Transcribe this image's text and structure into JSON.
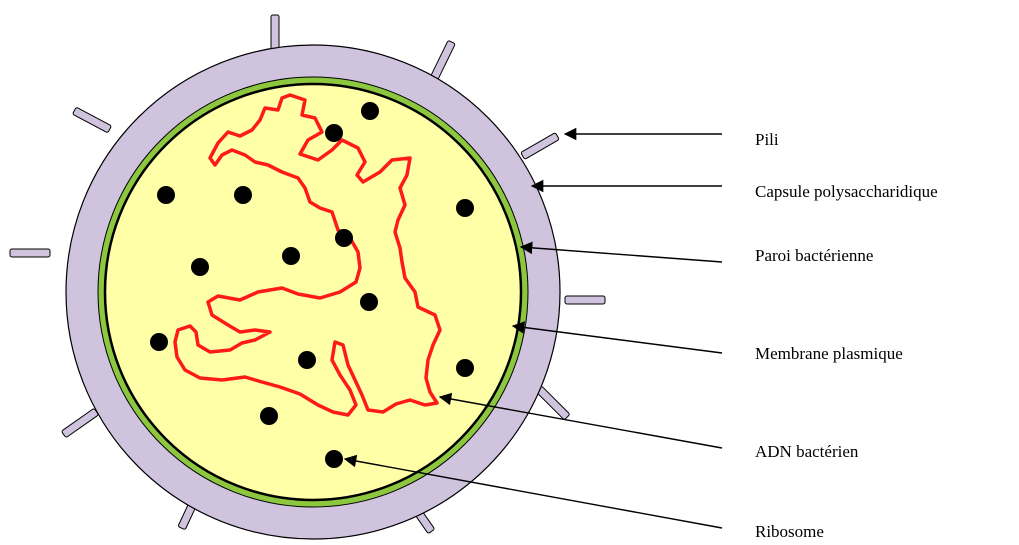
{
  "diagram": {
    "labels": {
      "pili": "Pili",
      "capsule": "Capsule polysaccharidique",
      "wall": "Paroi bactérienne",
      "membrane": "Membrane plasmique",
      "dna": "ADN bactérien",
      "ribosome": "Ribosome"
    },
    "colors": {
      "capsule_fill": "#CFC3DE",
      "wall_fill": "#8DC63F",
      "cytoplasm_fill": "#FFFFA8",
      "dna_stroke": "#FF1A1A",
      "ribosome_fill": "#000000",
      "outline": "#000000"
    },
    "parts": [
      "pili",
      "capsule",
      "wall",
      "membrane",
      "cytoplasm",
      "dna",
      "ribosomes"
    ]
  }
}
